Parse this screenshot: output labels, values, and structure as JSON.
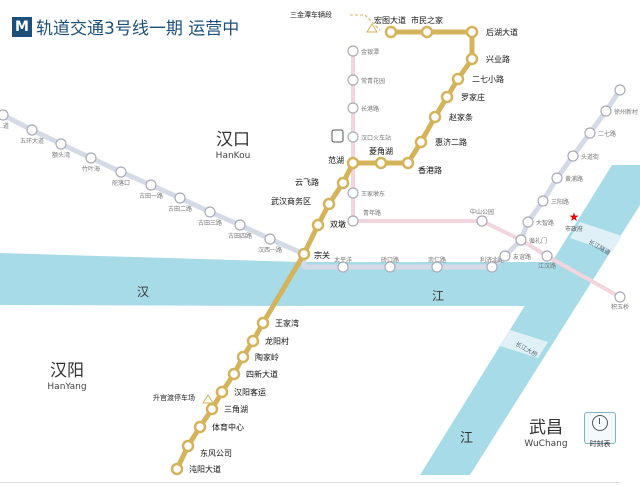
{
  "header": {
    "logo": "M",
    "title": "轨道交通3号线一期 运营中"
  },
  "districts": [
    {
      "name": "汉口",
      "en": "HanKou"
    },
    {
      "name": "汉阳",
      "en": "HanYang"
    },
    {
      "name": "武昌",
      "en": "WuChang"
    }
  ],
  "rivers": {
    "han_left": "汉",
    "han_right": "江",
    "yangtze": "江",
    "bridge1": "长江隧道",
    "bridge2": "长江大桥"
  },
  "landmark": "市政府",
  "depots": {
    "north": "三金潭车辆段",
    "south": "升官渡停车场"
  },
  "line3": {
    "color": "#d4b35a",
    "stations": [
      "宏图大道",
      "市民之家",
      "后湖大道",
      "兴业路",
      "二七小路",
      "罗家庄",
      "赵家条",
      "惠济二路",
      "香港路",
      "菱角湖",
      "范湖",
      "云飞路",
      "武汉商务区",
      "双墩",
      "宗关",
      "王家湾",
      "龙阳村",
      "陶家岭",
      "四新大道",
      "汉阳客运",
      "三角湖",
      "体育中心",
      "东风公司",
      "沌阳大道"
    ]
  },
  "line1": {
    "color": "#d5dbe6",
    "stations": [
      "…道",
      "五环大道",
      "额头湾",
      "竹叶海",
      "舵落口",
      "古田一路",
      "古田二路",
      "古田三路",
      "古田四路",
      "汉西一路",
      "宗关",
      "太平洋",
      "硚口路",
      "崇仁路",
      "利济北路",
      "友谊路",
      "循礼门",
      "大智路",
      "三阳路",
      "黄浦路",
      "头道街",
      "二七路",
      "徐州新村",
      ""
    ]
  },
  "line2": {
    "color": "#f2d5dd",
    "stations": [
      "金银潭",
      "常青花园",
      "长港路",
      "汉口火车站",
      "范湖",
      "王家墩东",
      "青年路",
      "中山公园",
      "循礼门",
      "江汉路",
      "积玉桥"
    ]
  },
  "timetable_label": "时刻表",
  "colors": {
    "river": "#a8dbe8",
    "text": "#222"
  }
}
